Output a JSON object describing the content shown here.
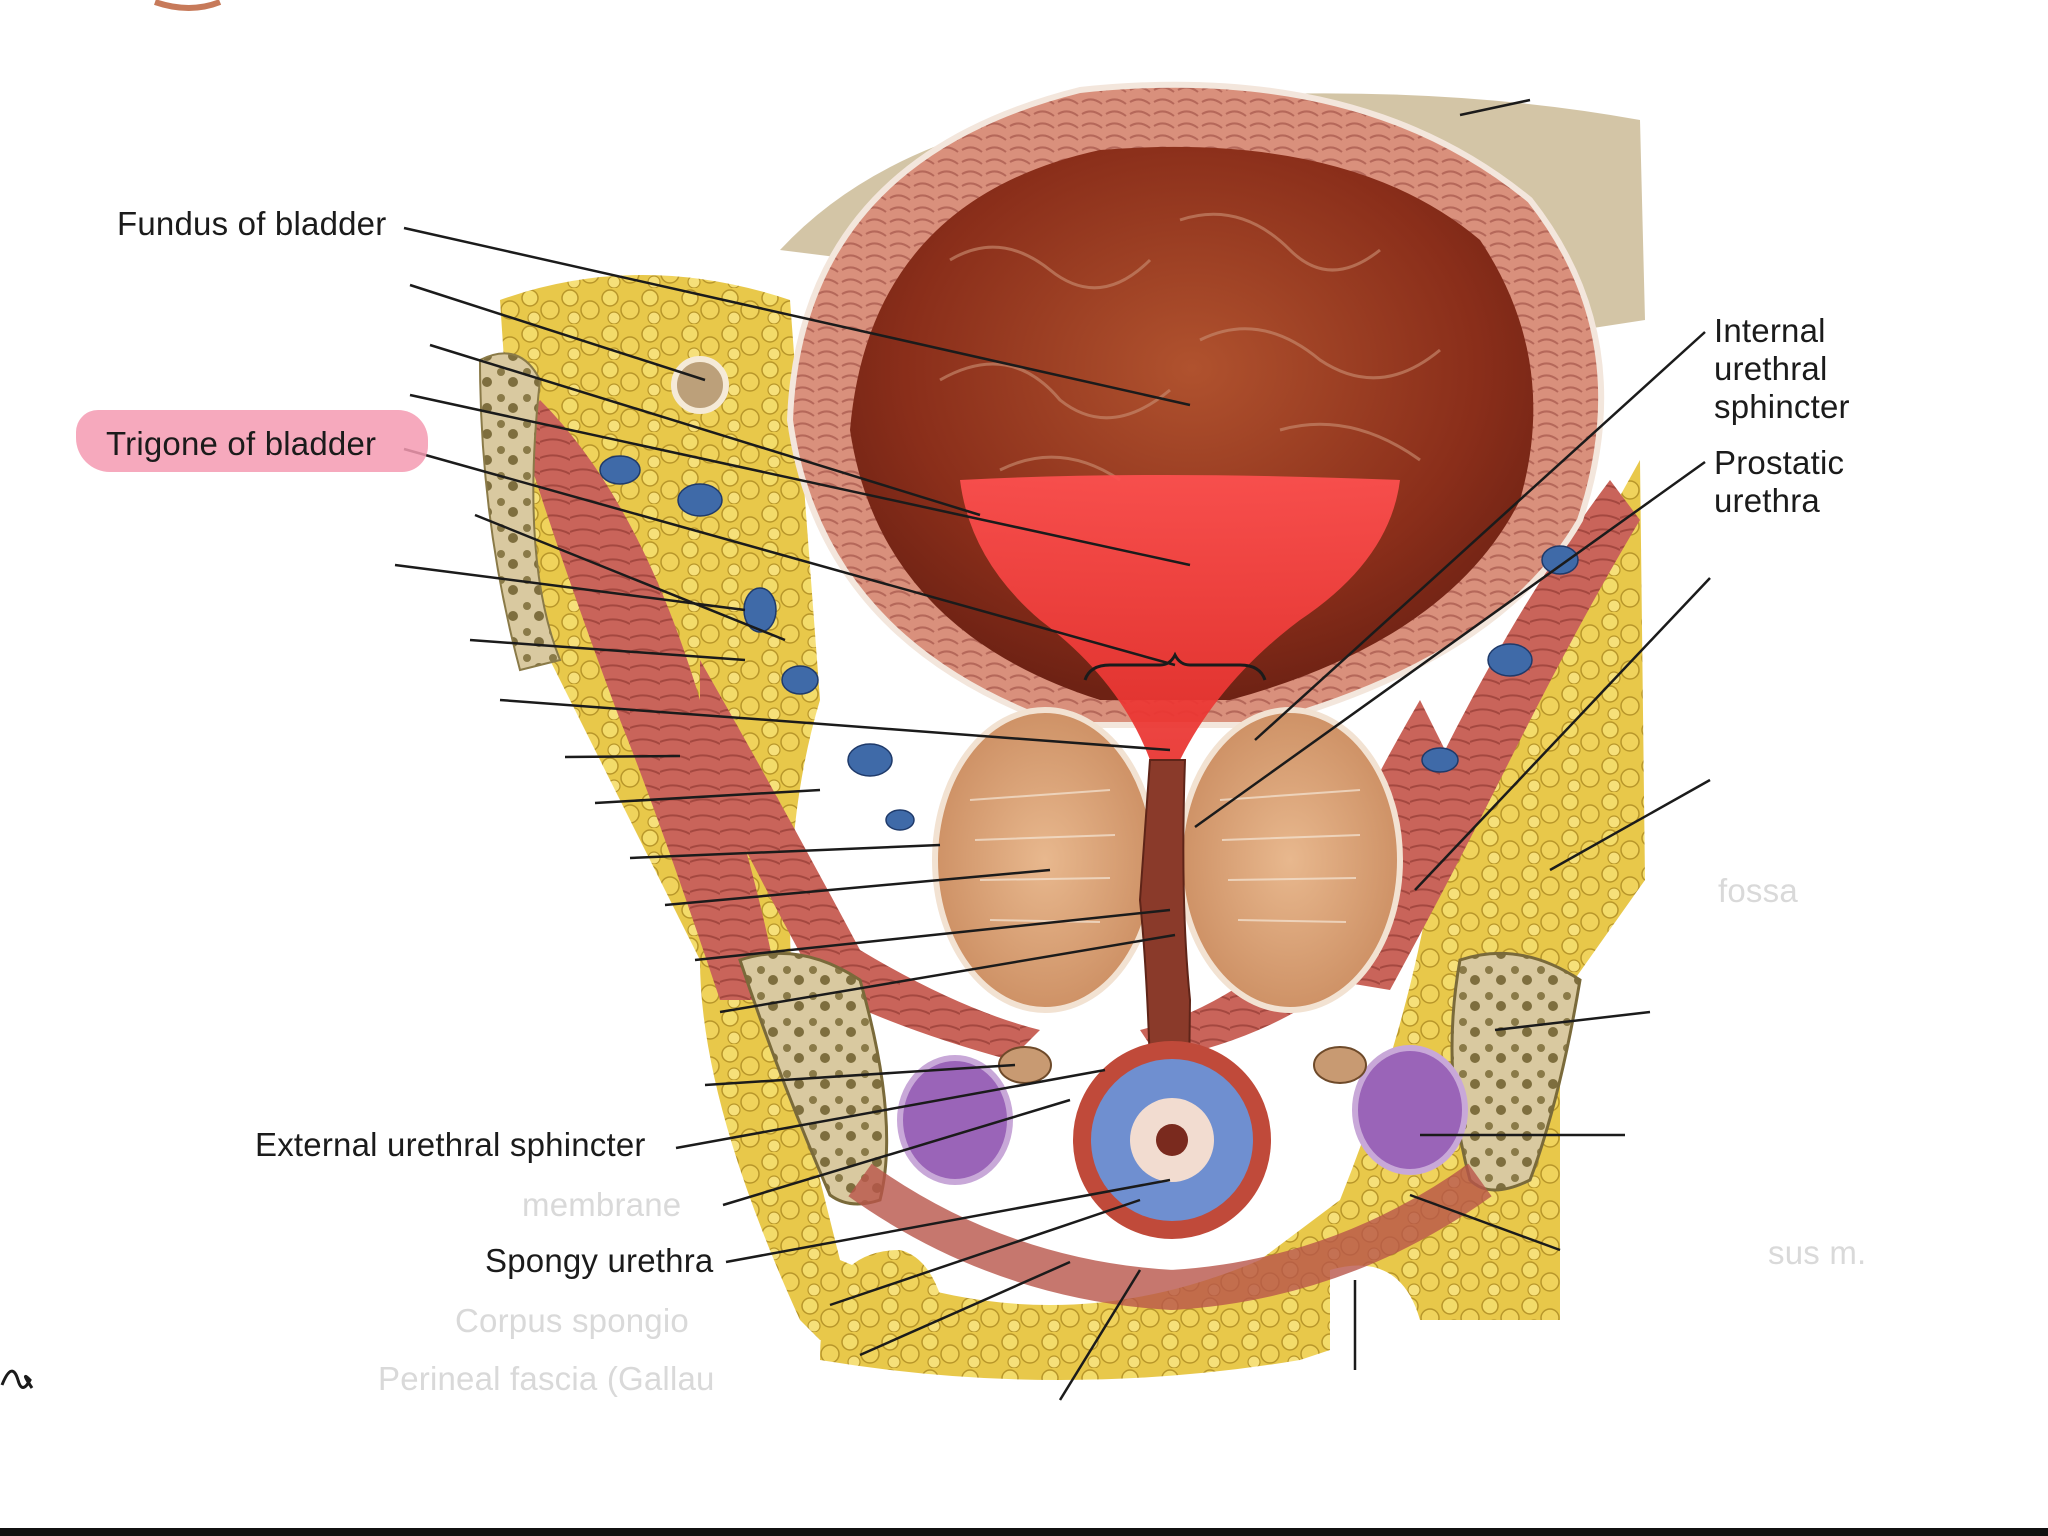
{
  "diagram": {
    "labels": {
      "fundus": "Fundus of bladder",
      "trigone": "Trigone of bladder",
      "internal_sphincter": [
        "Internal",
        "urethral",
        "sphincter"
      ],
      "prostatic_urethra": [
        "Prostatic",
        "urethra"
      ],
      "external_sphincter": "External urethral sphincter",
      "spongy_urethra": "Spongy urethra"
    },
    "faded_labels": {
      "membrane": "membrane",
      "corpus": "Corpus spongio",
      "perineal": "Perineal fascia (Gallau",
      "fossa": "fossa",
      "musc": "sus m."
    },
    "highlight_color": "#f49ab1",
    "trigone_color": "#f03c3c"
  }
}
